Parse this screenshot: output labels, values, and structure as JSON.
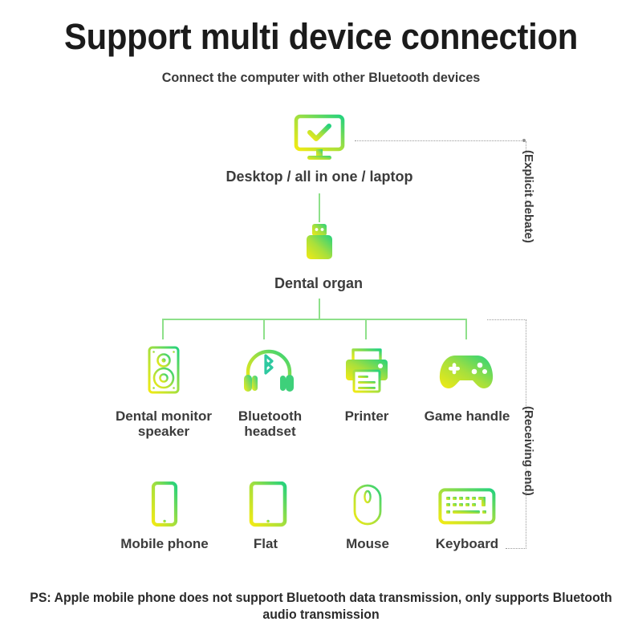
{
  "header": {
    "title": "Support multi device connection",
    "subtitle": "Connect the computer with other Bluetooth devices"
  },
  "footer": {
    "note": "PS: Apple mobile phone does not support Bluetooth data transmission,\nonly supports Bluetooth audio transmission"
  },
  "diagram": {
    "source_node": {
      "icon": "desktop-monitor-check-icon",
      "label": "Desktop / all in one / laptop"
    },
    "adapter_node": {
      "icon": "usb-dongle-icon",
      "label": "Dental organ"
    },
    "devices_row1": [
      {
        "icon": "speaker-icon",
        "label": "Dental monitor\nspeaker"
      },
      {
        "icon": "bluetooth-headset-icon",
        "label": "Bluetooth\nheadset"
      },
      {
        "icon": "printer-icon",
        "label": "Printer"
      },
      {
        "icon": "gamepad-icon",
        "label": "Game handle"
      }
    ],
    "devices_row2": [
      {
        "icon": "mobile-phone-icon",
        "label": "Mobile phone"
      },
      {
        "icon": "tablet-icon",
        "label": "Flat"
      },
      {
        "icon": "mouse-icon",
        "label": "Mouse"
      },
      {
        "icon": "keyboard-icon",
        "label": "Keyboard"
      }
    ],
    "side_labels": {
      "top": "(Explicit debate)",
      "bottom": "(Receiving end)"
    }
  },
  "colors": {
    "gradient_start": "#f2ea14",
    "gradient_end": "#24d27e",
    "connector": "#8ee08a",
    "dotted": "#9a9a9a",
    "text": "#3c3c3c"
  }
}
